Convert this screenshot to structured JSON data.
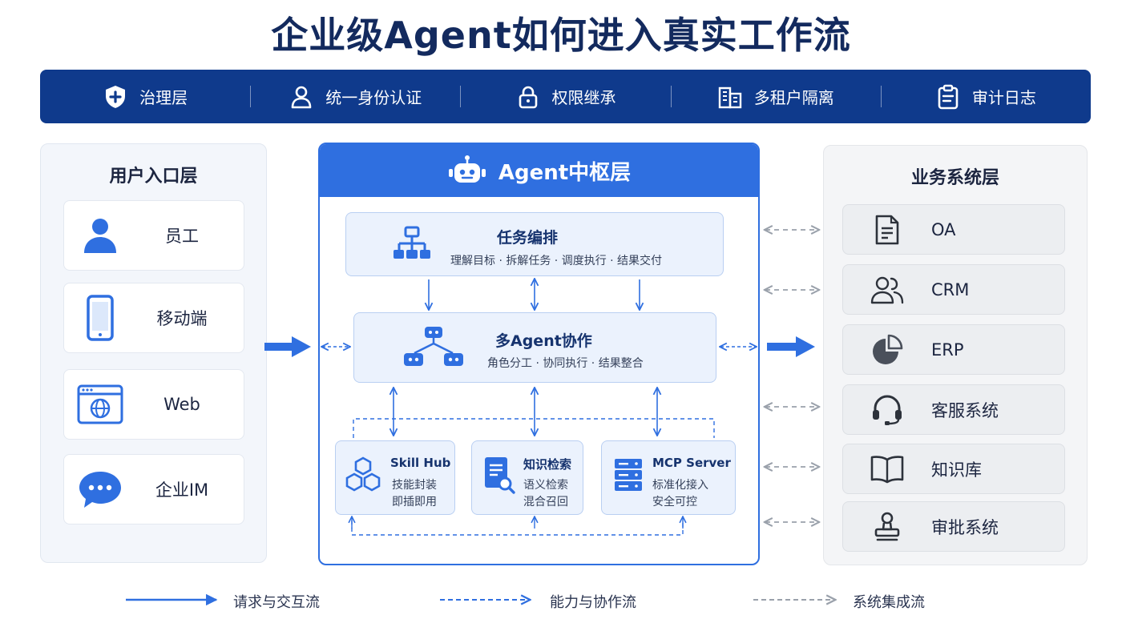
{
  "title": "企业级Agent如何进入真实工作流",
  "governance": {
    "items": [
      {
        "label": "治理层",
        "icon": "shield-plus-icon"
      },
      {
        "label": "统一身份认证",
        "icon": "user-icon"
      },
      {
        "label": "权限继承",
        "icon": "lock-icon"
      },
      {
        "label": "多租户隔离",
        "icon": "buildings-icon"
      },
      {
        "label": "审计日志",
        "icon": "clipboard-icon"
      }
    ]
  },
  "user_layer": {
    "title": "用户入口层",
    "items": [
      {
        "label": "员工",
        "icon": "person-icon"
      },
      {
        "label": "移动端",
        "icon": "mobile-phone-icon"
      },
      {
        "label": "Web",
        "icon": "browser-globe-icon"
      },
      {
        "label": "企业IM",
        "icon": "chat-bubble-icon"
      }
    ]
  },
  "agent_layer": {
    "title": "Agent中枢层",
    "orchestration": {
      "title": "任务编排",
      "subtitle": "理解目标 · 拆解任务 · 调度执行 · 结果交付"
    },
    "collaboration": {
      "title": "多Agent协作",
      "subtitle": "角色分工 · 协同执行 · 结果整合"
    },
    "modules": [
      {
        "title": "Skill Hub",
        "line1": "技能封装",
        "line2": "即插即用",
        "icon": "hexagons-icon"
      },
      {
        "title": "知识检索",
        "line1": "语义检索",
        "line2": "混合召回",
        "icon": "document-search-icon"
      },
      {
        "title": "MCP Server",
        "line1": "标准化接入",
        "line2": "安全可控",
        "icon": "server-icon"
      }
    ]
  },
  "business_layer": {
    "title": "业务系统层",
    "items": [
      {
        "label": "OA",
        "icon": "document-icon"
      },
      {
        "label": "CRM",
        "icon": "users-icon"
      },
      {
        "label": "ERP",
        "icon": "pie-chart-icon"
      },
      {
        "label": "客服系统",
        "icon": "headset-icon"
      },
      {
        "label": "知识库",
        "icon": "book-icon"
      },
      {
        "label": "审批系统",
        "icon": "stamp-icon"
      }
    ]
  },
  "legend": [
    {
      "label": "请求与交互流",
      "style": "solid"
    },
    {
      "label": "能力与协作流",
      "style": "dashed-blue"
    },
    {
      "label": "系统集成流",
      "style": "dashed-gray"
    }
  ],
  "colors": {
    "navy": "#0f3a8c",
    "primary": "#2f6fe0",
    "gray_arrow": "#9aa1ab"
  }
}
